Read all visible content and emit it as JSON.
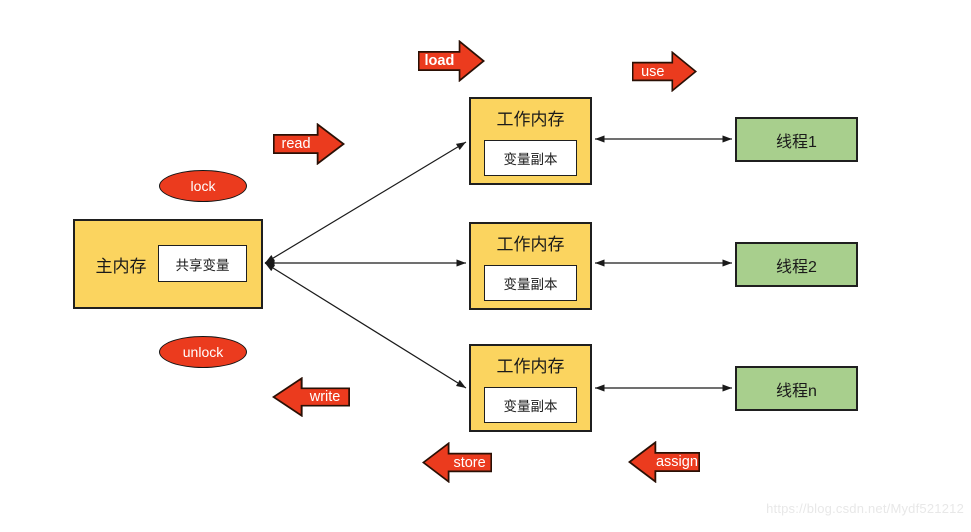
{
  "diagram": {
    "main_memory": {
      "label": "主内存",
      "variable": "共享变量"
    },
    "working_memories": [
      {
        "label": "工作内存",
        "variable": "变量副本"
      },
      {
        "label": "工作内存",
        "variable": "变量副本"
      },
      {
        "label": "工作内存",
        "variable": "变量副本"
      }
    ],
    "threads": [
      {
        "label": "线程1"
      },
      {
        "label": "线程2"
      },
      {
        "label": "线程n"
      }
    ],
    "operations": {
      "lock": "lock",
      "unlock": "unlock",
      "read": "read",
      "load": "load",
      "use": "use",
      "write": "write",
      "store": "store",
      "assign": "assign"
    },
    "watermark": "https://blog.csdn.net/Mydf521212",
    "colors": {
      "memory_fill": "#FBD45F",
      "thread_fill": "#A8CF8D",
      "operation_fill": "#EB3B1E",
      "line": "#1a1a1a"
    }
  }
}
